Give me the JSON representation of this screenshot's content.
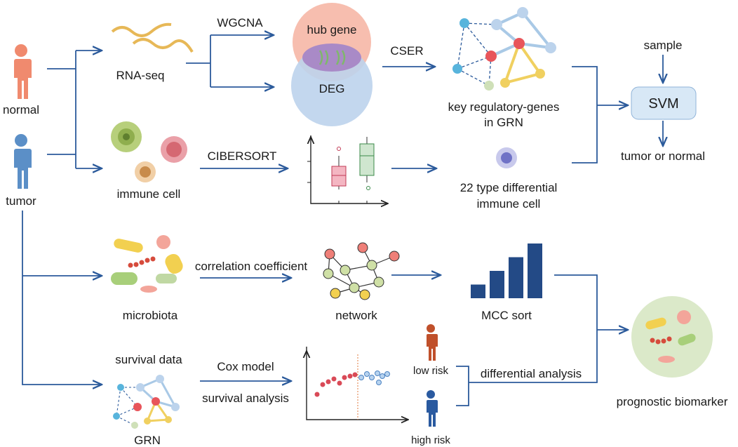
{
  "labels": {
    "normal": "normal",
    "tumor": "tumor",
    "rna_seq": "RNA-seq",
    "immune_cell": "immune cell",
    "microbiota": "microbiota",
    "survival_data": "survival data",
    "grn": "GRN",
    "wgcna": "WGCNA",
    "hub_gene": "hub gene",
    "deg": "DEG",
    "cser": "CSER",
    "key_regulatory_1": "key regulatory-genes",
    "key_regulatory_2": "in GRN",
    "cibersort": "CIBERSORT",
    "immune_diff_1": "22 type differential",
    "immune_diff_2": "immune cell",
    "sample": "sample",
    "svm": "SVM",
    "tumor_or_normal": "tumor or normal",
    "correlation": "correlation coefficient",
    "network": "network",
    "mcc_sort": "MCC sort",
    "cox_model": "Cox model",
    "survival_analysis": "survival analysis",
    "low_risk": "low risk",
    "high_risk": "high risk",
    "differential_analysis": "differential analysis",
    "prognostic_biomarker": "prognostic biomarker"
  },
  "colors": {
    "arrow": "#2b5a9b",
    "person_normal": "#f08a6e",
    "person_tumor": "#5b8fc7",
    "hub_gene_circle": "#f6b7a6",
    "deg_circle": "#bcd3ec",
    "svm_box": "#d8e8f6",
    "bars": "#234a86",
    "low_risk_person": "#c0502b",
    "high_risk_person": "#2a5aa0"
  },
  "mcc_bars": [
    1,
    2,
    3,
    4
  ]
}
